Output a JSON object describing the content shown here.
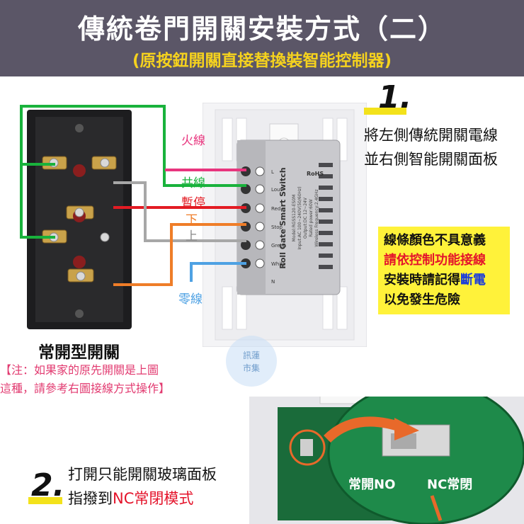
{
  "header": {
    "title": "傳統卷門開關安裝方式（二）",
    "subtitle": "(原按鈕開關直接替換裝智能控制器)"
  },
  "step1": {
    "number": "1.",
    "line1": "將左側傳統開關電線",
    "line2": "並右側智能開關面板"
  },
  "wires": {
    "live": "火線",
    "common": "共線",
    "pause": "暫停",
    "down": "下",
    "up": "上",
    "neutral": "零線"
  },
  "module": {
    "brand": "Roll Gate Smart Switch",
    "model": "Model:RGSS120-ES0M",
    "input": "Input:AC 100~240V(50/60Hz)",
    "output": "Output:DC 12~24V",
    "power": "Rated power:60W",
    "freq": "Wireless Frequency:2.4GHz",
    "rohs": "RoHS",
    "terminals": [
      "L",
      "Lout",
      "Red",
      "Stop",
      "Green",
      "White",
      "N"
    ]
  },
  "warning": {
    "line1": "線條顏色不具意義",
    "line2": "請依控制功能接線",
    "line3a": "安裝時請記得",
    "line3b": "斷電",
    "line4": "以免發生危險"
  },
  "switch": {
    "caption": "常開型開關",
    "note_line1": "【注：如果家的原先開關是上圖",
    "note_line2": "這種，請參考右圖接線方式操作】"
  },
  "watermark": {
    "line1": "訊蓮",
    "line2": "市集"
  },
  "step2": {
    "number": "2.",
    "line1": "打開只能開關玻璃面板",
    "line2a": "指撥到",
    "line2b": "NC常閉模式"
  },
  "board": {
    "no_label": "常開NO",
    "nc_label": "NC常閉"
  },
  "colors": {
    "header_bg": "#5b5667",
    "subtitle": "#f5d21e",
    "highlight": "#f3e21b",
    "warning_bg": "#fff23a",
    "red_text": "#e4142b",
    "blue_text": "#1e3fd8",
    "pcb_green": "#1e8a4a",
    "arrow": "#e8692a"
  }
}
